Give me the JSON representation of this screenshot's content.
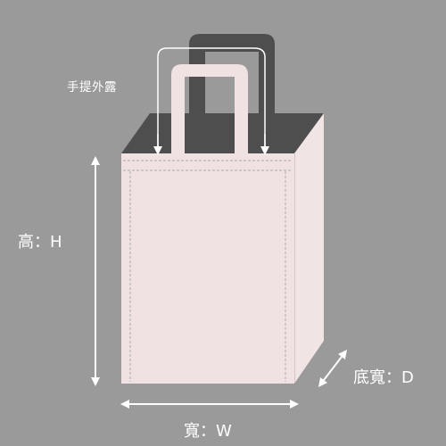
{
  "labels": {
    "handle_exposure": "手提外露",
    "height": "高：H",
    "width": "寬：W",
    "depth": "底寬：D"
  },
  "colors": {
    "background": "#9a9a9a",
    "bag_body": "#f0e2e2",
    "bag_interior": "#4e4e4e",
    "arrow": "#ffffff",
    "stitch": "#a8a8a8"
  }
}
